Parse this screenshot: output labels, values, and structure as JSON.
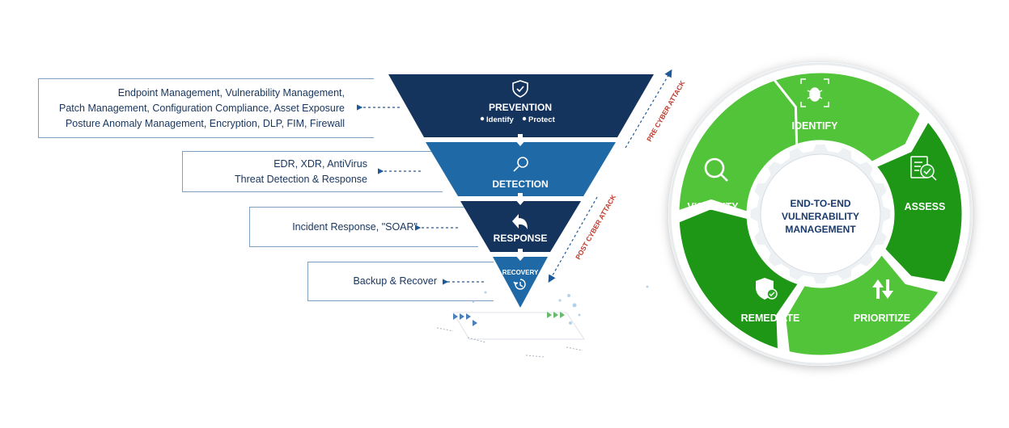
{
  "funnel": {
    "stages": [
      {
        "label": "PREVENTION",
        "icon": "shield-check-icon",
        "sub": [
          "Identify",
          "Protect"
        ],
        "color": "#14345e"
      },
      {
        "label": "DETECTION",
        "icon": "magnifier-icon",
        "color": "#1f6aa6"
      },
      {
        "label": "RESPONSE",
        "icon": "reply-arrow-icon",
        "color": "#14345e"
      },
      {
        "label": "RECOVERY",
        "icon": "history-clock-icon",
        "color": "#1f6aa6"
      }
    ],
    "side_labels": {
      "pre": "PRE CYBER ATTACK",
      "post": "POST CYBER ATTACK"
    },
    "side_label_color": "#c0392b"
  },
  "descriptions": [
    {
      "lines": [
        "Endpoint Management, Vulnerability Management,",
        "Patch Management, Configuration Compliance, Asset Exposure",
        "Posture Anomaly Management, Encryption, DLP, FIM, Firewall"
      ]
    },
    {
      "lines": [
        "EDR, XDR, AntiVirus",
        "Threat Detection & Response"
      ]
    },
    {
      "lines": [
        "Incident Response, \"SOAR\""
      ]
    },
    {
      "lines": [
        "Backup & Recover"
      ]
    }
  ],
  "cycle": {
    "center_lines": [
      "END-TO-END",
      "VULNERABILITY",
      "MANAGEMENT"
    ],
    "segments": [
      {
        "label": "IDENTIFY",
        "icon": "bug-scan-icon"
      },
      {
        "label": "ASSESS",
        "icon": "checklist-icon"
      },
      {
        "label": "PRIORITIZE",
        "icon": "sort-arrows-icon"
      },
      {
        "label": "REMEDIATE",
        "icon": "shield-check-icon"
      },
      {
        "label": "VISIBILITY",
        "icon": "search-icon"
      }
    ],
    "colors": {
      "light": "#52c43a",
      "dark": "#1e9616",
      "center_text": "#1b3a6b"
    }
  }
}
